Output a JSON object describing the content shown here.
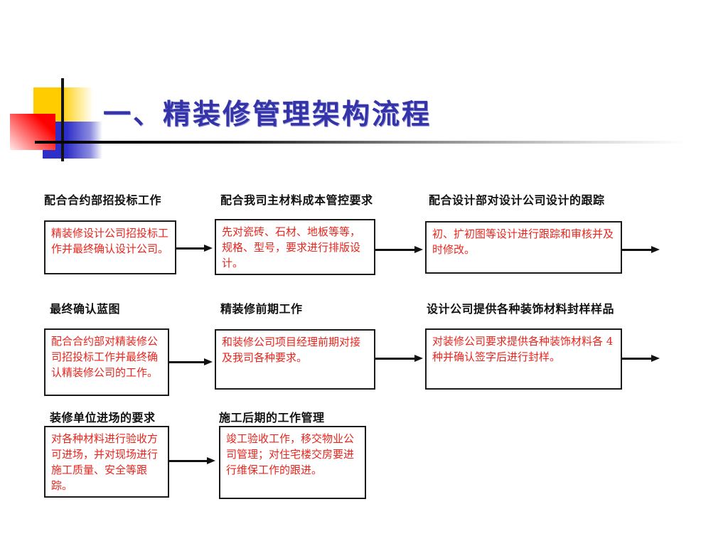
{
  "slide": {
    "title": "一、精装修管理架构流程",
    "accent_colors": {
      "title_blue": "#3434a8",
      "square_yellow": "#ffcc00",
      "square_red": "#ff0000",
      "square_blue": "#2e2ec8",
      "box_text_red": "#e8251d",
      "box_border_black": "#1a1a1a"
    }
  },
  "flow": {
    "rows": [
      {
        "items": [
          {
            "header": "配合合约部招投标工作",
            "body": "精装修设计公司招投标工作并最终确认设计公司。"
          },
          {
            "header": "配合我司主材料成本管控要求",
            "body": "先对瓷砖、石材、地板等等，规格、型号，要求进行排版设计。"
          },
          {
            "header": "配合设计部对设计公司设计的跟踪",
            "body": "初、扩初图等设计进行跟踪和审核并及时修改。"
          }
        ]
      },
      {
        "items": [
          {
            "header": "最终确认蓝图",
            "body": "配合合约部对精装修公司招投标工作并最终确认精装修公司的工作。"
          },
          {
            "header": "精装修前期工作",
            "body": "和装修公司项目经理前期对接及我司各种要求。"
          },
          {
            "header": "设计公司提供各种装饰材料封样样品",
            "body": "对装修公司要求提供各种装饰材料各 4 种并确认签字后进行封样。"
          }
        ]
      },
      {
        "items": [
          {
            "header": "装修单位进场的要求",
            "body": "对各种材料进行验收方可进场，并对现场进行施工质量、安全等跟踪。"
          },
          {
            "header": "施工后期的工作管理",
            "body": "竣工验收工作，移交物业公司管理；对住宅楼交房要进行维保工作的跟进。"
          }
        ]
      }
    ]
  }
}
